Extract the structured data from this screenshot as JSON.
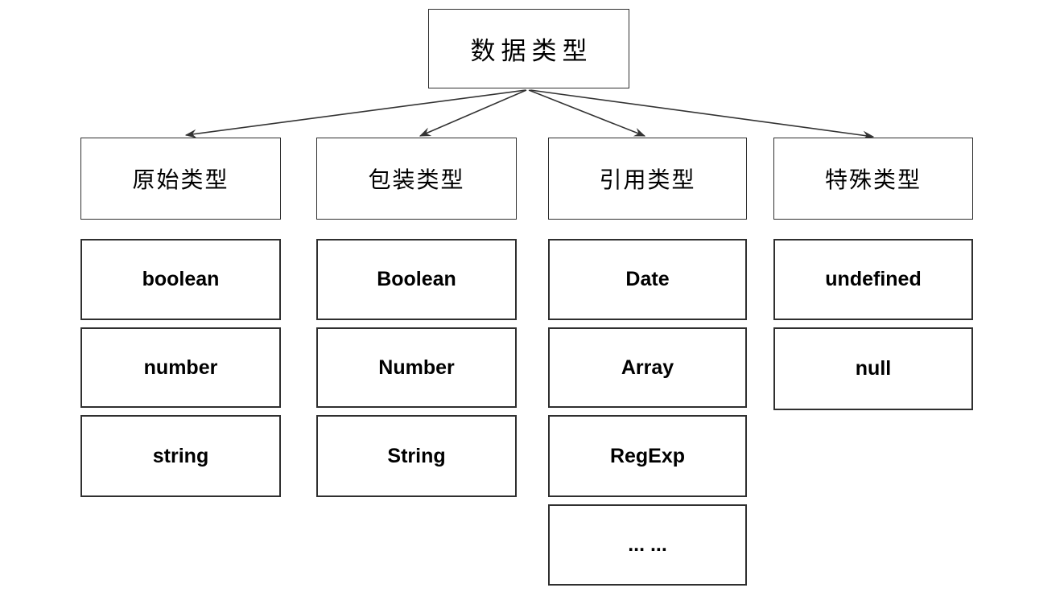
{
  "diagram": {
    "title": "JavaScript data types tree",
    "root": {
      "label": "数据类型"
    },
    "columns": [
      {
        "category": "原始类型",
        "items": [
          "boolean",
          "number",
          "string"
        ]
      },
      {
        "category": "包装类型",
        "items": [
          "Boolean",
          "Number",
          "String"
        ]
      },
      {
        "category": "引用类型",
        "items": [
          "Date",
          "Array",
          "RegExp",
          "... ..."
        ]
      },
      {
        "category": "特殊类型",
        "items": [
          "undefined",
          "null"
        ]
      }
    ],
    "colors": {
      "background": "#ffffff",
      "box_fill": "#ffffff",
      "box_border": "#2f2f2f",
      "arrow": "#333333",
      "text": "#000000"
    }
  }
}
